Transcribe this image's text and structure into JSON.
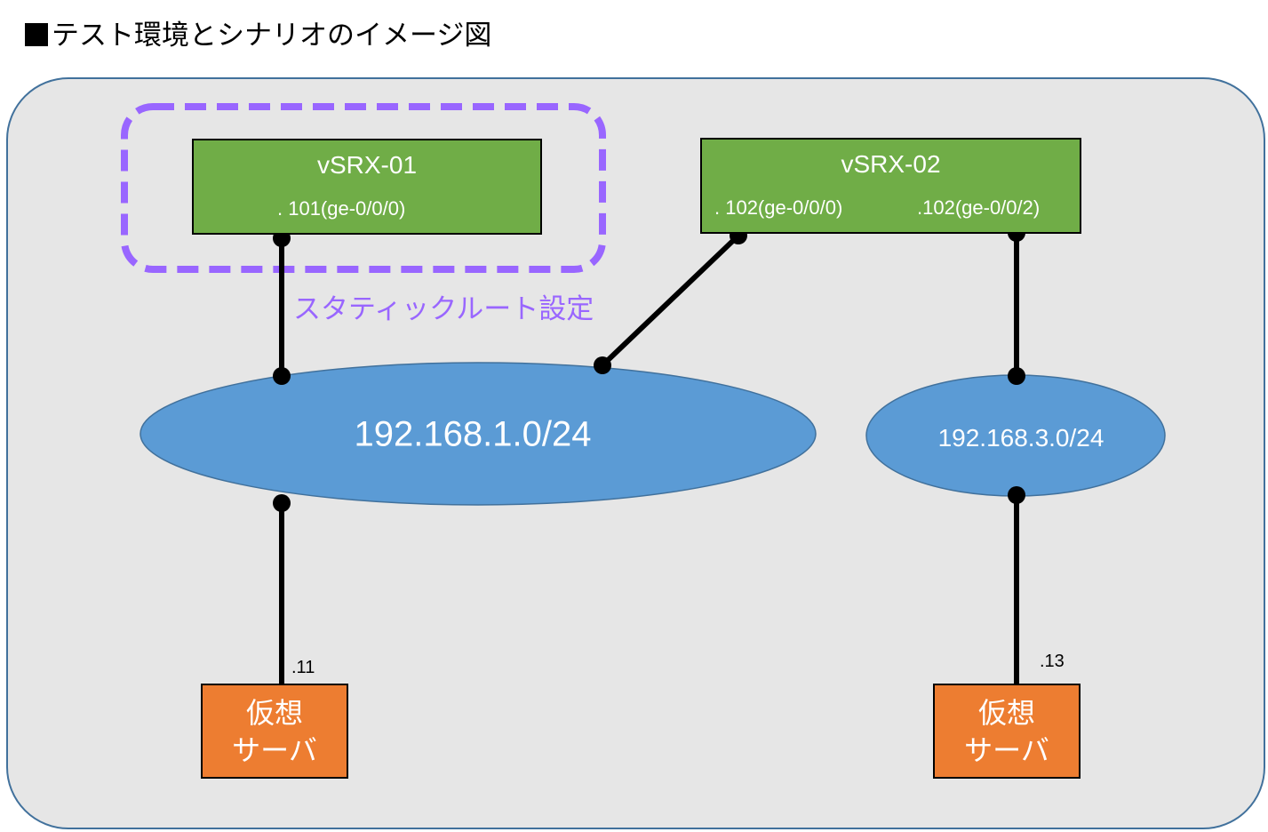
{
  "title": "テスト環境とシナリオのイメージ図",
  "colors": {
    "background_panel": "#e6e6e6",
    "panel_border": "#41719c",
    "router_fill": "#70ad47",
    "network_fill": "#5b9bd5",
    "server_fill": "#ed7d31",
    "highlight_dashed": "#9966ff",
    "link": "#000000"
  },
  "routers": [
    {
      "name": "vSRX-01",
      "interfaces": [
        ". 101(ge-0/0/0)"
      ]
    },
    {
      "name": "vSRX-02",
      "interfaces": [
        ". 102(ge-0/0/0)",
        ".102(ge-0/0/2)"
      ]
    }
  ],
  "networks": [
    {
      "label": "192.168.1.0/24"
    },
    {
      "label": "192.168.3.0/24"
    }
  ],
  "servers": [
    {
      "label_line1": "仮想",
      "label_line2": "サーバ",
      "ip": ".11"
    },
    {
      "label_line1": "仮想",
      "label_line2": "サーバ",
      "ip": ".13"
    }
  ],
  "annotation": {
    "static_route": "スタティックルート設定"
  }
}
